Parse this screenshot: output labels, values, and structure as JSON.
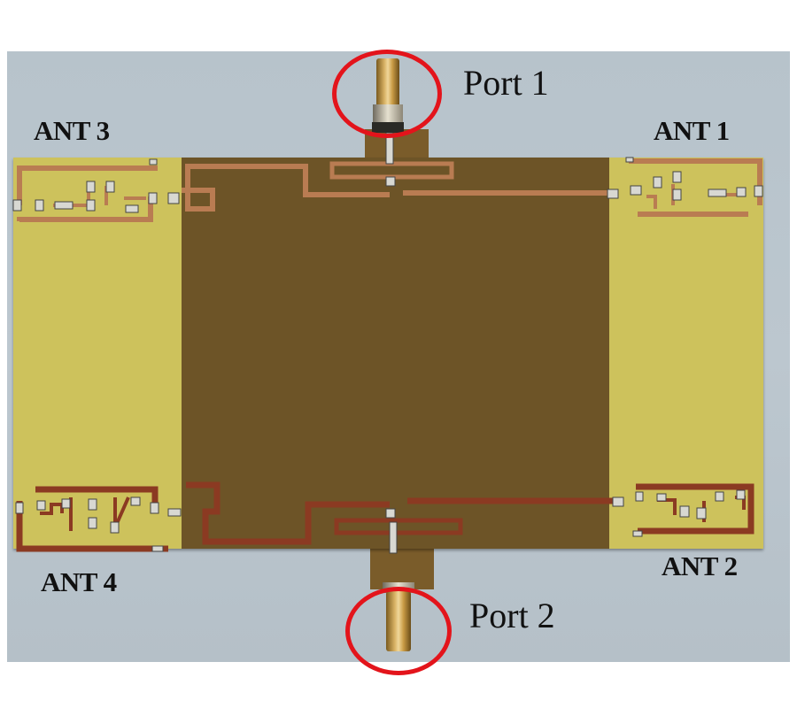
{
  "image": {
    "description": "Photograph of a fabricated microstrip PCB with four antennas and two SMA ports",
    "background_color": "#b9c4cc",
    "substrate_color": "#cdc25c",
    "ground_plane_color": "#6d5427",
    "trace_color": "#b77a4e",
    "highlight_color": "#e3141b"
  },
  "labels": {
    "ant1": "ANT 1",
    "ant2": "ANT 2",
    "ant3": "ANT 3",
    "ant4": "ANT 4",
    "port1": "Port 1",
    "port2": "Port 2"
  }
}
